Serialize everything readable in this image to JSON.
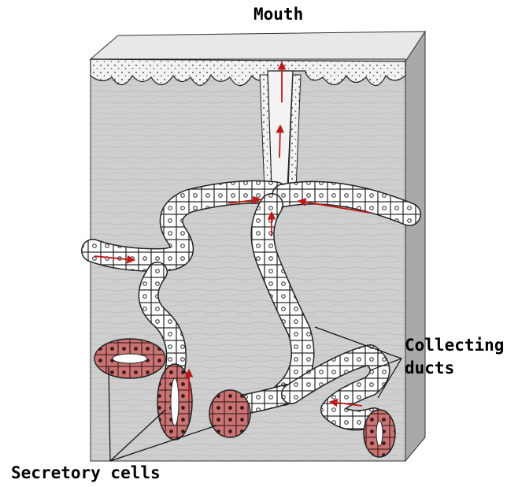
{
  "labels": {
    "mouth": "Mouth",
    "collecting_line1": "Collecting",
    "collecting_line2": "ducts",
    "secretory": "Secretory cells"
  },
  "colors": {
    "tissue": "#cfcfcf",
    "tissue_side": "#a9a9a9",
    "surface": "#f4f4f4",
    "stipple": "#555555",
    "duct_wall": "#ffffff",
    "outline": "#1a1a1a",
    "secretory": "#c97373",
    "flow_arrow": "#c01818"
  }
}
